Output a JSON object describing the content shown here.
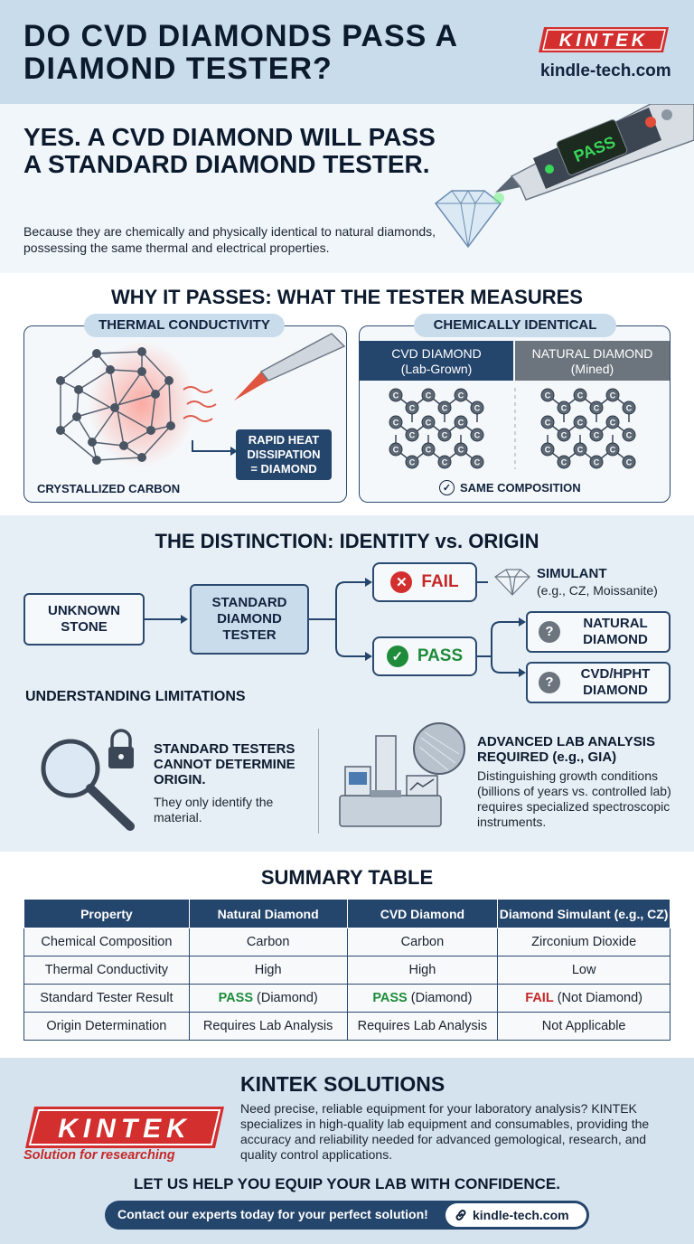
{
  "header": {
    "title": "DO CVD DIAMONDS PASS A DIAMOND TESTER?",
    "logo_text": "KINTEK",
    "url": "kindle-tech.com"
  },
  "hero": {
    "answer": "YES. A CVD DIAMOND WILL PASS A STANDARD DIAMOND TESTER.",
    "subtitle": "Because they are chemically and physically identical to natural diamonds, possessing the same thermal and electrical properties.",
    "tester_screen": "PASS"
  },
  "why": {
    "title": "WHY IT PASSES: WHAT THE TESTER MEASURES",
    "thermal": {
      "pill": "THERMAL CONDUCTIVITY",
      "result_line1": "RAPID HEAT",
      "result_line2": "DISSIPATION",
      "result_line3": "= DIAMOND",
      "caption": "CRYSTALLIZED CARBON"
    },
    "chemical": {
      "pill": "CHEMICALLY IDENTICAL",
      "cvd_title": "CVD DIAMOND",
      "cvd_sub": "(Lab-Grown)",
      "natural_title": "NATURAL DIAMOND",
      "natural_sub": "(Mined)",
      "atom_label": "C",
      "caption": "SAME COMPOSITION"
    }
  },
  "distinction": {
    "title": "THE DISTINCTION: IDENTITY vs. ORIGIN",
    "unknown_line1": "UNKNOWN",
    "unknown_line2": "STONE",
    "tester_line1": "STANDARD",
    "tester_line2": "DIAMOND",
    "tester_line3": "TESTER",
    "fail_label": "FAIL",
    "pass_label": "PASS",
    "simulant_title": "SIMULANT",
    "simulant_sub": "(e.g., CZ, Moissanite)",
    "natural_line1": "NATURAL",
    "natural_line2": "DIAMOND",
    "cvd_line1": "CVD/HPHT",
    "cvd_line2": "DIAMOND",
    "limitations_title": "UNDERSTANDING LIMITATIONS",
    "limit_left_title": "STANDARD TESTERS CANNOT DETERMINE ORIGIN.",
    "limit_left_text": "They only identify the material.",
    "limit_right_title": "ADVANCED LAB ANALYSIS REQUIRED (e.g., GIA)",
    "limit_right_text": "Distinguishing growth conditions (billions of years vs. controlled lab) requires specialized spectroscopic instruments."
  },
  "summary": {
    "title": "SUMMARY TABLE",
    "headers": [
      "Property",
      "Natural Diamond",
      "CVD Diamond",
      "Diamond Simulant (e.g., CZ)"
    ],
    "rows": [
      [
        "Chemical Composition",
        "Carbon",
        "Carbon",
        "Zirconium Dioxide"
      ],
      [
        "Thermal Conductivity",
        "High",
        "High",
        "Low"
      ],
      [
        "Standard Tester Result",
        "(Diamond)",
        "(Diamond)",
        "(Not Diamond)"
      ],
      [
        "Origin Determination",
        "Requires Lab Analysis",
        "Requires Lab Analysis",
        "Not Applicable"
      ]
    ],
    "pass_word": "PASS",
    "fail_word": "FAIL"
  },
  "footer": {
    "logo_text": "KINTEK",
    "tagline": "Solution for researching",
    "title": "KINTEK SOLUTIONS",
    "text": "Need precise, reliable equipment for your laboratory analysis? KINTEK specializes in high-quality lab equipment and consumables, providing the accuracy and reliability needed for advanced gemological, research, and quality control applications.",
    "slogan": "LET US HELP YOU EQUIP YOUR LAB WITH CONFIDENCE.",
    "cta_text": "Contact our experts today for your perfect solution!",
    "cta_url": "kindle-tech.com"
  },
  "colors": {
    "navy": "#24456c",
    "brand_red": "#d32f2f",
    "pass_green": "#1e8c3a",
    "fail_red": "#c62828"
  }
}
